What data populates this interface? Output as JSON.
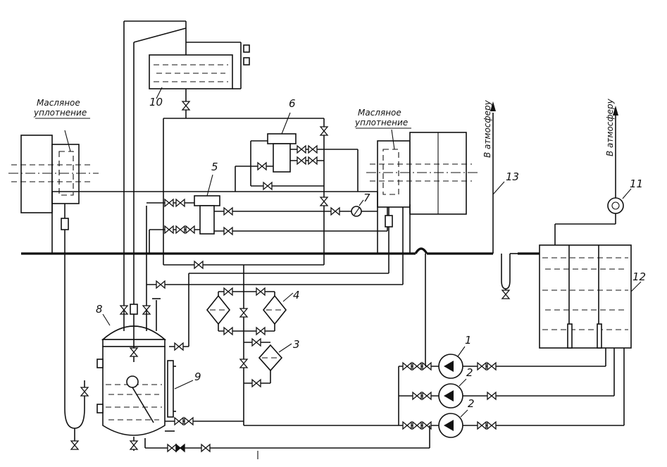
{
  "labels": {
    "oil_seal_left": [
      "Масляное",
      "уплотнение"
    ],
    "oil_seal_right": [
      "Масляное",
      "уплотнение"
    ],
    "to_atmosphere_1": "В атмосферу",
    "to_atmosphere_2": "В атмосферу"
  },
  "numbers": {
    "n1": "1",
    "n2a": "2",
    "n2b": "2",
    "n3": "3",
    "n4": "4",
    "n5": "5",
    "n6": "6",
    "n7": "7",
    "n8": "8",
    "n9": "9",
    "n10": "10",
    "n11": "11",
    "n12": "12",
    "n13": "13"
  }
}
